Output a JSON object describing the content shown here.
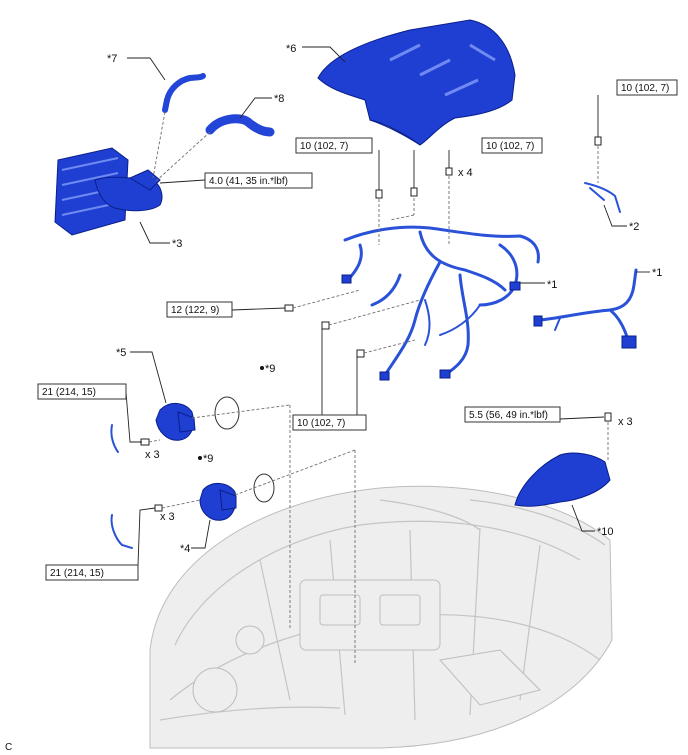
{
  "figure_code": "C",
  "components": [
    {
      "id": "p1a",
      "label": "*1"
    },
    {
      "id": "p1b",
      "label": "*1"
    },
    {
      "id": "p2",
      "label": "*2"
    },
    {
      "id": "p3",
      "label": "*3"
    },
    {
      "id": "p4",
      "label": "*4"
    },
    {
      "id": "p5",
      "label": "*5"
    },
    {
      "id": "p6",
      "label": "*6"
    },
    {
      "id": "p7",
      "label": "*7"
    },
    {
      "id": "p8",
      "label": "*8"
    },
    {
      "id": "p9a",
      "label": "*9"
    },
    {
      "id": "p9b",
      "label": "*9"
    },
    {
      "id": "p10",
      "label": "*10"
    }
  ],
  "torque_specs": [
    {
      "id": "t_top_right",
      "text": "10 (102, 7)"
    },
    {
      "id": "t_harness_left",
      "text": "10 (102, 7)"
    },
    {
      "id": "t_harness_right",
      "text": "10 (102, 7)"
    },
    {
      "id": "t_intake",
      "text": "4.0 (41, 35 in.*lbf)"
    },
    {
      "id": "t_harness_side",
      "text": "12 (122, 9)"
    },
    {
      "id": "t_harness_lower",
      "text": "10 (102, 7)"
    },
    {
      "id": "t_cover",
      "text": "5.5 (56, 49 in.*lbf)"
    },
    {
      "id": "t_upper_pipe",
      "text": "21 (214, 15)"
    },
    {
      "id": "t_lower_pipe",
      "text": "21 (214, 15)"
    }
  ],
  "quantities": [
    {
      "id": "q_harness",
      "text": "x 4"
    },
    {
      "id": "q_cover",
      "text": "x 3"
    },
    {
      "id": "q_upper",
      "text": "x 3"
    },
    {
      "id": "q_lower",
      "text": "x 3"
    }
  ],
  "colors": {
    "part_blue": "#1f3fd2",
    "engine_gray": "#eeeeee",
    "callout_line": "#222222"
  }
}
